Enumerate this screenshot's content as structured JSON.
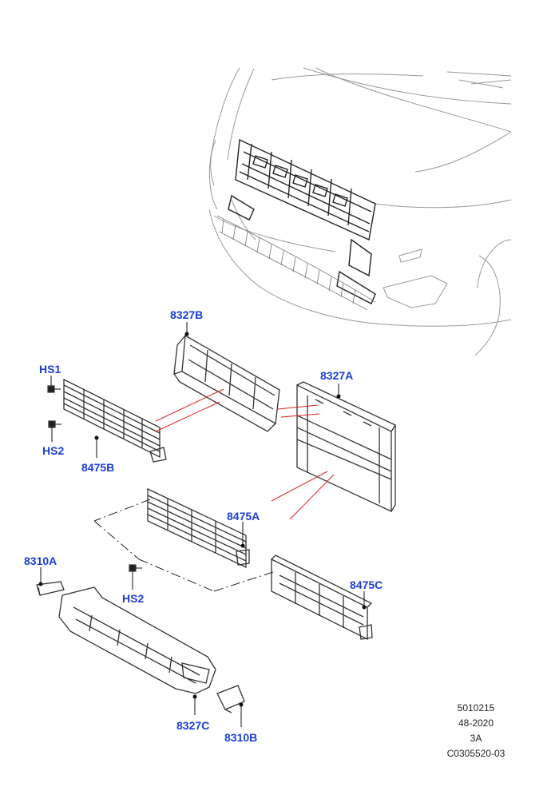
{
  "callouts": {
    "c8327B": "8327B",
    "c8327A": "8327A",
    "cHS1": "HS1",
    "cHS2a": "HS2",
    "c8475B": "8475B",
    "c8475A": "8475A",
    "c8310A": "8310A",
    "cHS2b": "HS2",
    "c8475C": "8475C",
    "c8327C": "8327C",
    "c8310B": "8310B"
  },
  "reference": [
    "5010215",
    "48-2020",
    "3A",
    "C0305520-03"
  ],
  "colors": {
    "callout": "#1a3fd6",
    "leader": "#e02020",
    "line": "#333333",
    "vehicle": "#9a9a9a"
  }
}
